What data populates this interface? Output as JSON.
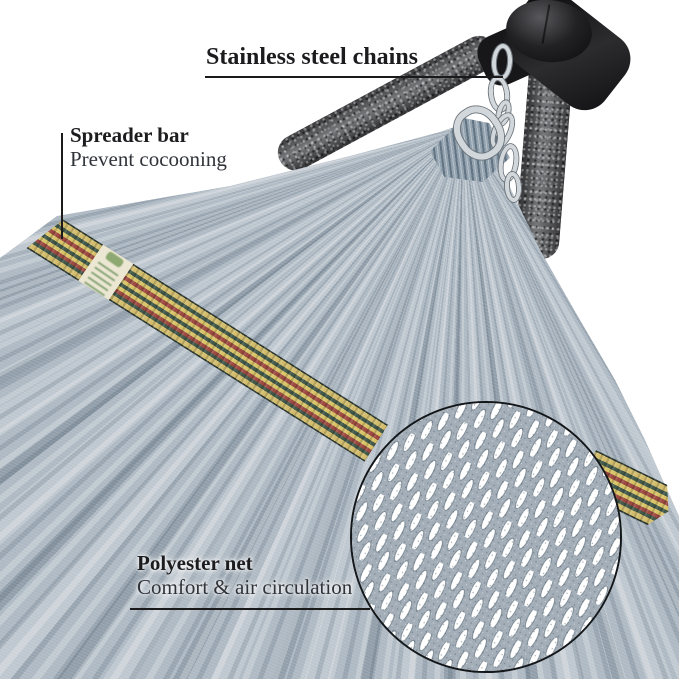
{
  "annotations": {
    "chains": {
      "label": "Stainless steel chains"
    },
    "spreader_bar": {
      "title": "Spreader bar",
      "subtitle": "Prevent cocooning"
    },
    "polyester_net": {
      "title": "Polyester net",
      "subtitle": "Comfort & air circulation"
    }
  },
  "colors": {
    "background": "#ffffff",
    "text": "#1c1c1e",
    "leader_line": "#1a1a1a",
    "fabric_base": "#aeb9c3",
    "fabric_shadow": "#93a2af",
    "fabric_highlight": "#d4dbe0",
    "pole_dark": "#39393b",
    "pole_light": "#77797c",
    "cap_black": "#141416",
    "chain_silver": "#d2d7db",
    "chain_outline": "#6e767d",
    "mesh_strand": "#a3aeb8",
    "mesh_hole": "#ffffff",
    "band_edge": "#2e3a31",
    "band_yellow": "#d5bf6a",
    "band_green": "#41584a",
    "band_red": "#9c4a42"
  },
  "band": {
    "stripes": [
      {
        "color": "#2e3a31",
        "w": 4
      },
      {
        "color": "#d3bd6d",
        "w": 12
      },
      {
        "color": "#41584a",
        "w": 9
      },
      {
        "color": "#d8c367",
        "w": 9
      },
      {
        "color": "#9c4a42",
        "w": 10
      },
      {
        "color": "#d8c367",
        "w": 9
      },
      {
        "color": "#41584a",
        "w": 9
      },
      {
        "color": "#d8c367",
        "w": 9
      },
      {
        "color": "#9c4a42",
        "w": 9
      },
      {
        "color": "#41584a",
        "w": 8
      },
      {
        "color": "#d3bd6d",
        "w": 12
      },
      {
        "color": "#2e3a31",
        "w": 4
      }
    ]
  }
}
